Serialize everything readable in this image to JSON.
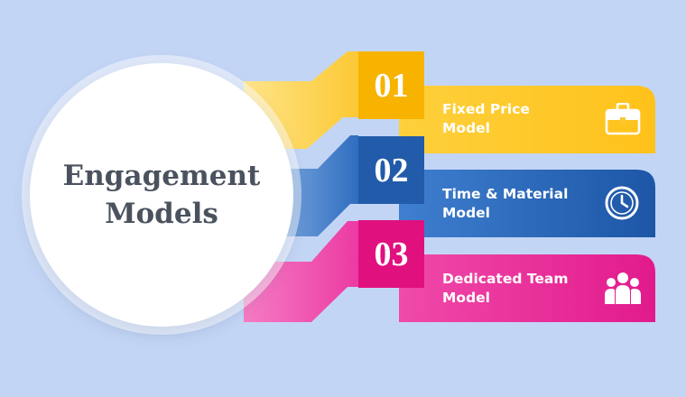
{
  "center": {
    "line1": "Engagement",
    "line2": "Models"
  },
  "items": [
    {
      "number": "01",
      "line1": "Fixed Price",
      "line2": "Model",
      "icon": "briefcase-icon",
      "color": "#fcc934",
      "box_color": "#f7b300"
    },
    {
      "number": "02",
      "line1": "Time & Material",
      "line2": "Model",
      "icon": "clock-icon",
      "color": "#3b78c6",
      "box_color": "#225ba9"
    },
    {
      "number": "03",
      "line1": "Dedicated Team",
      "line2": "Model",
      "icon": "team-icon",
      "color": "#ec3aa3",
      "box_color": "#e0107f"
    }
  ],
  "colors": {
    "background": "#c3d5f5",
    "circle": "#ffffff",
    "title": "#4a525e"
  }
}
